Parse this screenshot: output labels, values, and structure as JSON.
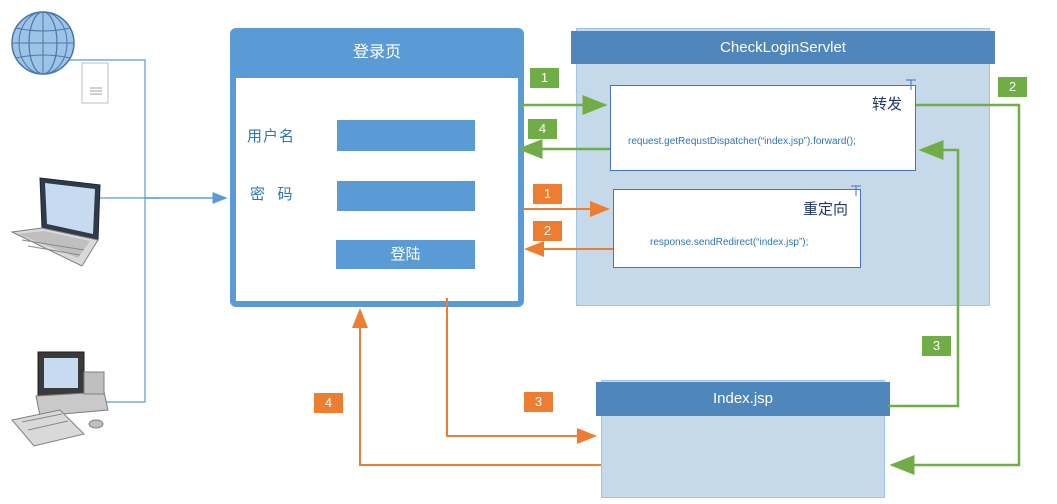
{
  "login_page": {
    "title": "登录页",
    "username_label": "用户名",
    "password_label": "密  码",
    "login_button": "登陆"
  },
  "servlet": {
    "title": "CheckLoginServlet",
    "forward": {
      "title": "转发",
      "code": "request.getRequstDispatcher(“index.jsp”).forward();"
    },
    "redirect": {
      "title": "重定向",
      "code": "response.sendRedirect(“index.jsp”);"
    }
  },
  "index_page": {
    "title": "Index.jsp"
  },
  "badges": {
    "g1": "1",
    "g2": "2",
    "g3": "3",
    "g4": "4",
    "o1": "1",
    "o2": "2",
    "o3": "3",
    "o4": "4"
  },
  "colors": {
    "forward_flow": "#70ad47",
    "redirect_flow": "#ed7d31",
    "primary": "#5b9bd5",
    "header": "#4f87bd"
  },
  "icons": [
    "globe-server-icon",
    "laptop-icon",
    "desktop-computer-icon"
  ]
}
